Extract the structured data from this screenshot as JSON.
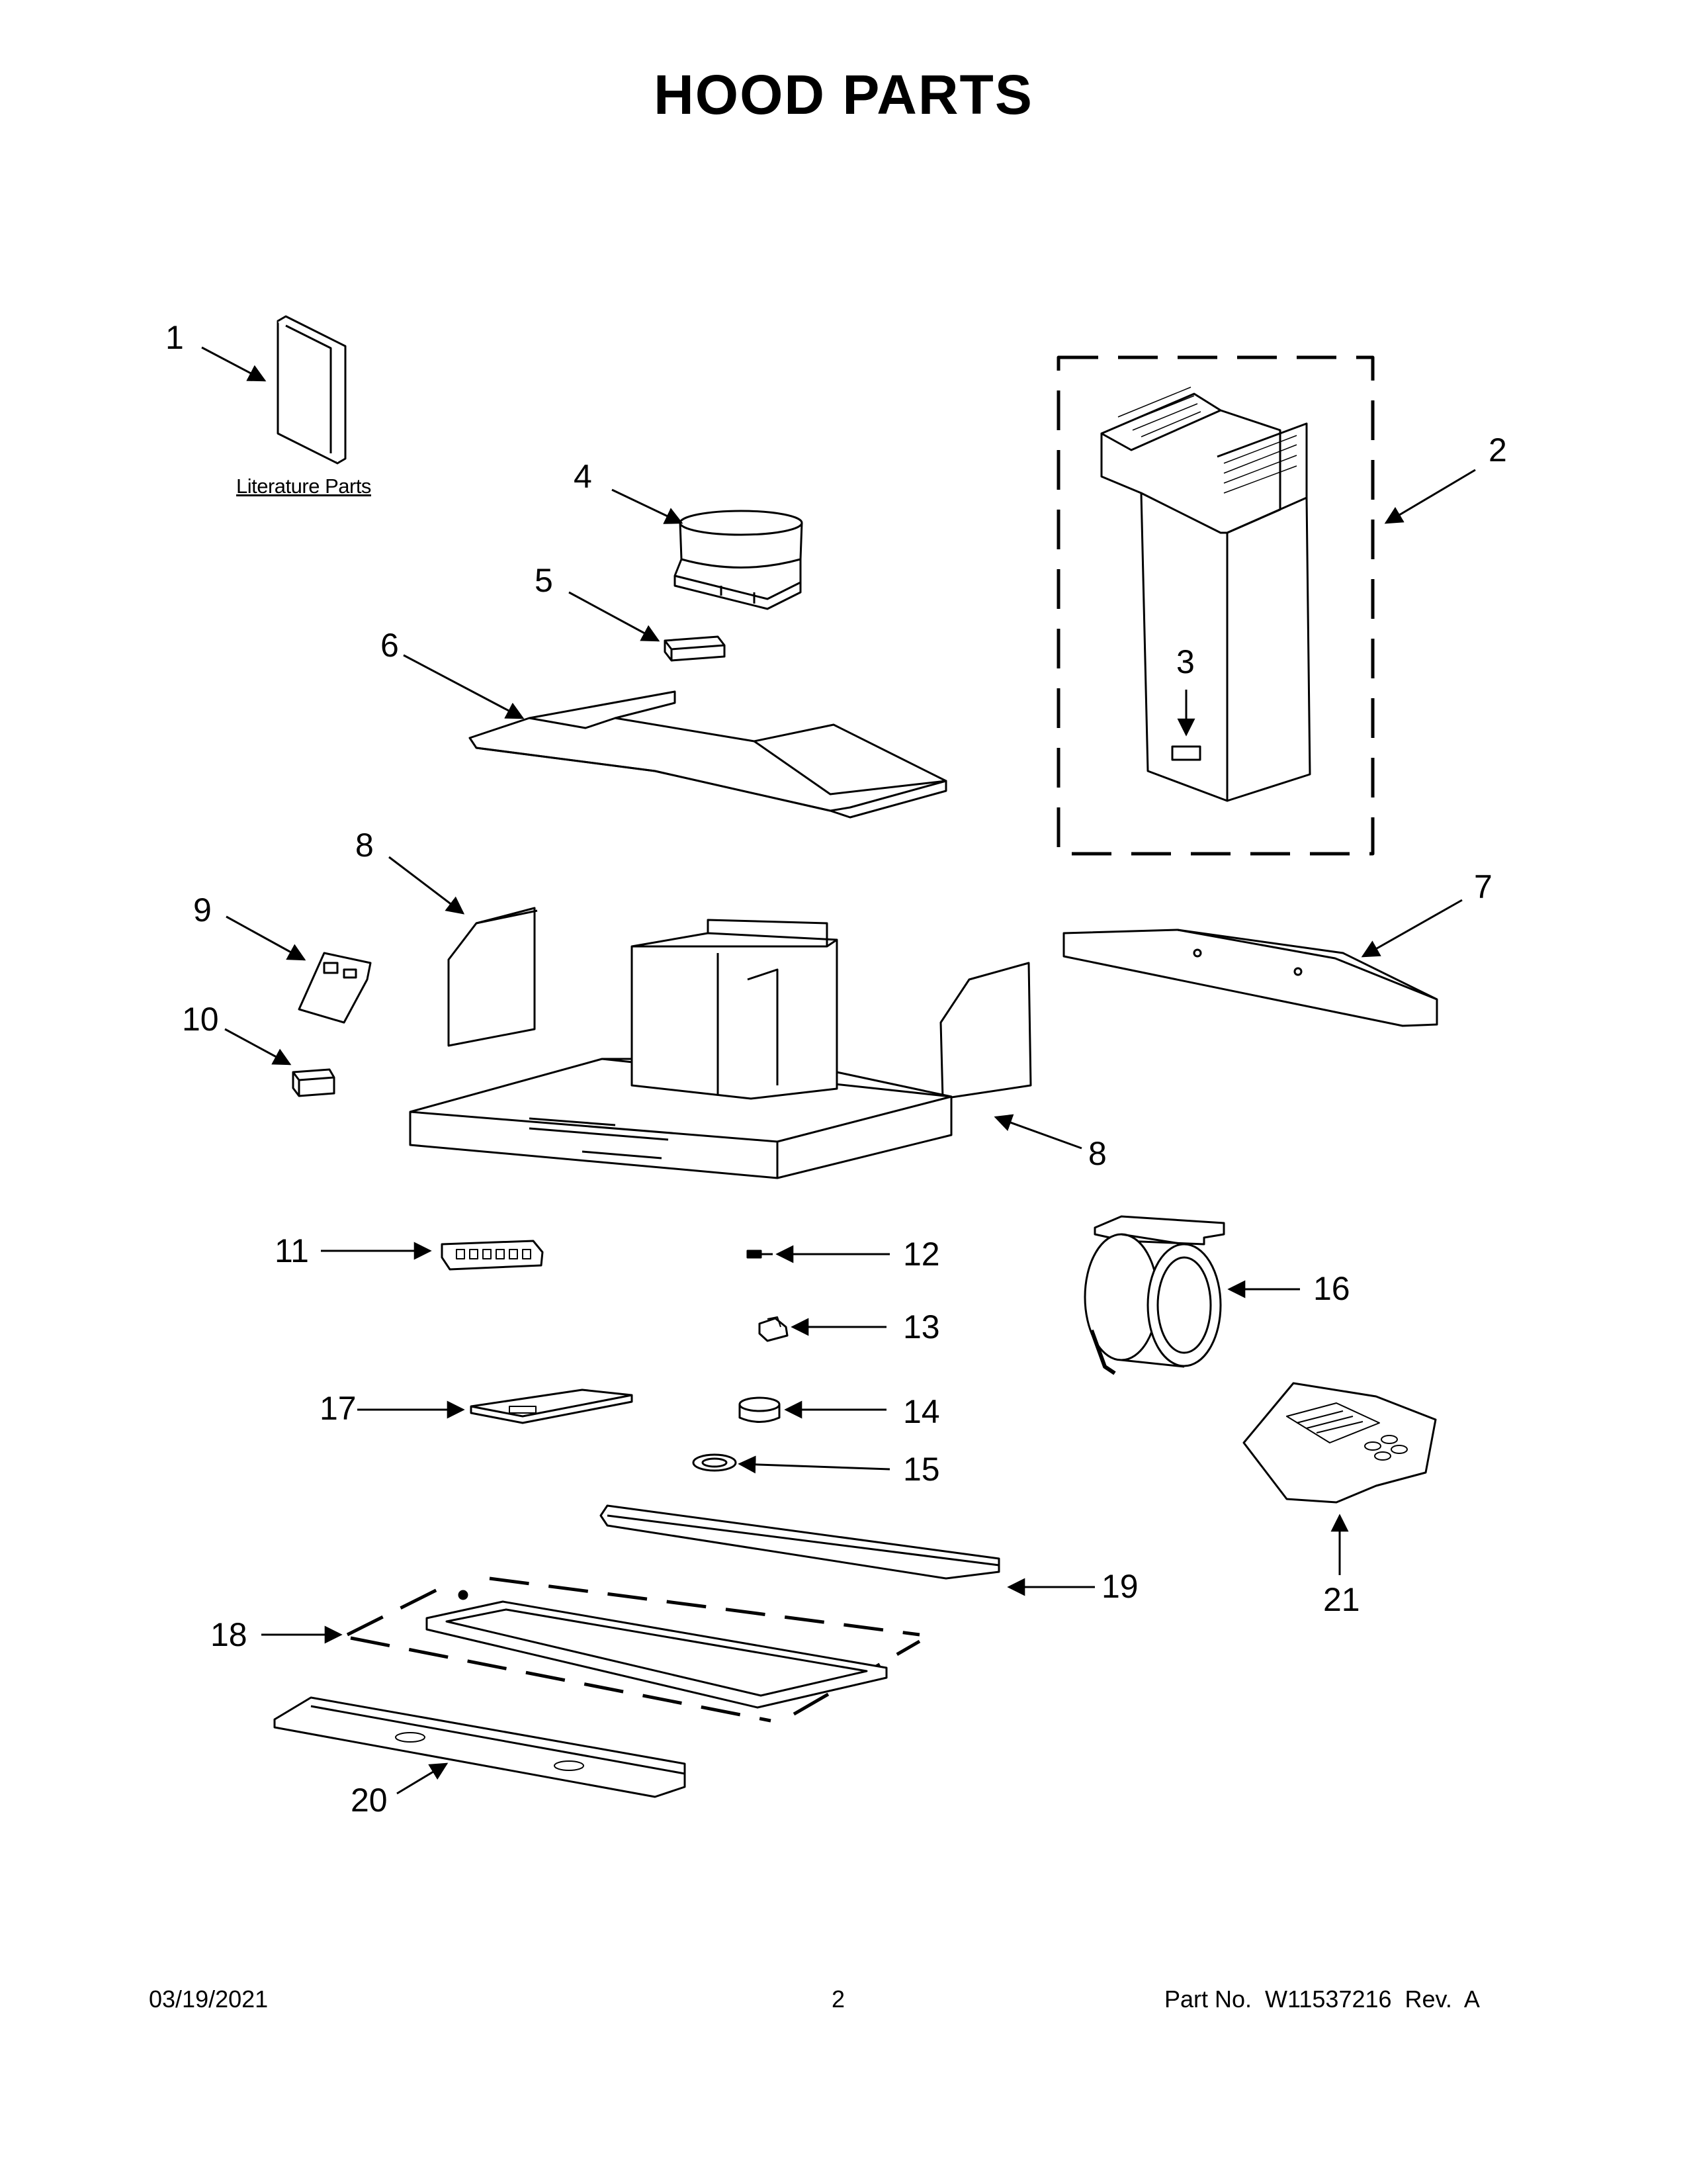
{
  "title": "HOOD PARTS",
  "literature_label": "Literature Parts",
  "callouts": [
    "1",
    "2",
    "3",
    "4",
    "5",
    "6",
    "7",
    "8",
    "8",
    "9",
    "10",
    "11",
    "12",
    "13",
    "14",
    "15",
    "16",
    "17",
    "18",
    "19",
    "20",
    "21"
  ],
  "footer": {
    "date": "03/19/2021",
    "page": "2",
    "part_number": "Part No.  W11537216  Rev.  A"
  }
}
